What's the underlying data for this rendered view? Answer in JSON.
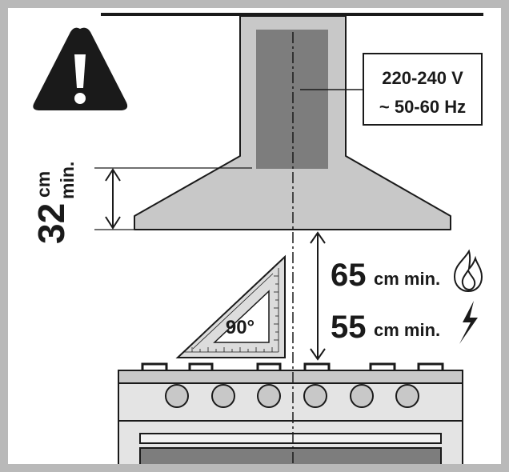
{
  "voltage_label": {
    "line1": "220-240 V",
    "line2": "~ 50-60 Hz"
  },
  "hood_clearance": {
    "value": "32",
    "unit": "cm",
    "qualifier": "min."
  },
  "gas_clearance": {
    "value": "65",
    "unit_text": "cm min.",
    "icon": "flame-icon"
  },
  "electric_clearance": {
    "value": "55",
    "unit_text": "cm min.",
    "icon": "lightning-icon"
  },
  "square_angle_label": "90°",
  "warning_icon": "exclamation-warning-icon",
  "colors": {
    "frame": "#b9b9b9",
    "hood_fill": "#c8c8c8",
    "chimney_core": "#7d7d7d",
    "ink": "#1a1a1a"
  }
}
